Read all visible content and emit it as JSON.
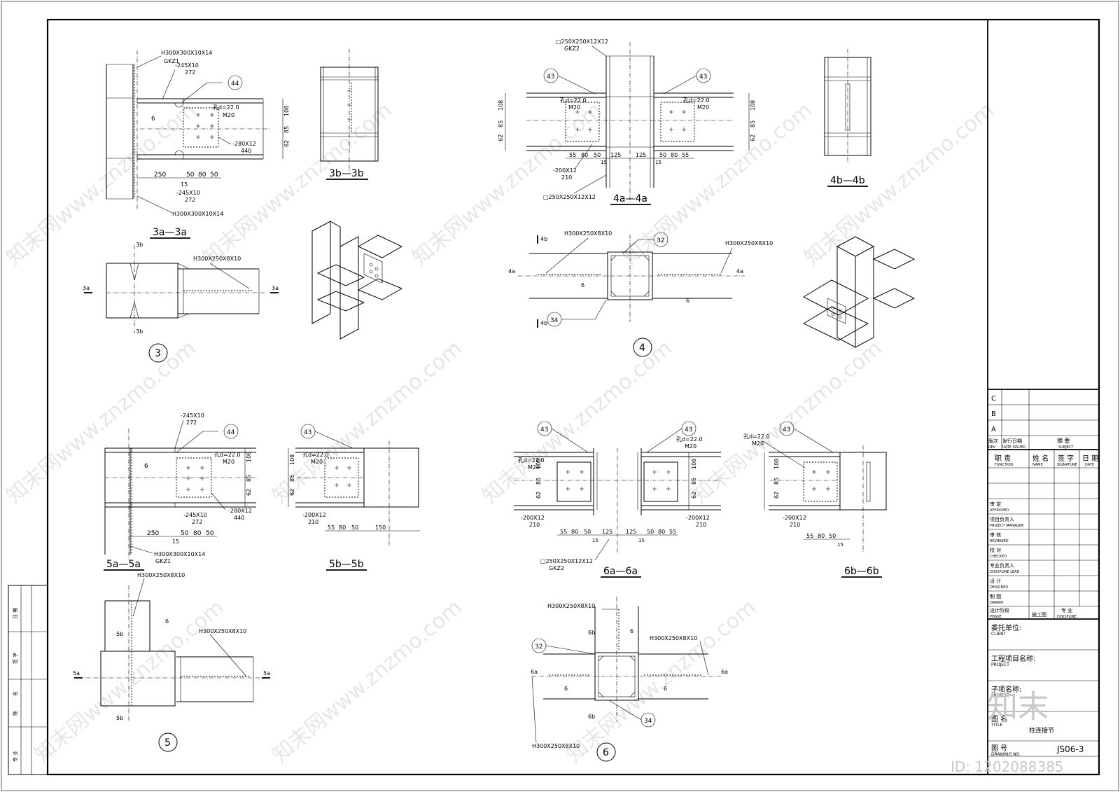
{
  "sheet": {
    "drawing_no": "JS06-3",
    "title_partial": "柱连接节",
    "phase_value": "施工图",
    "image_id": "ID: 1202088385",
    "logo_text": "知末"
  },
  "watermark": "知末网www.znzmo.com",
  "revision_table": {
    "rows": [
      "C",
      "B",
      "A"
    ],
    "col1": "版次",
    "col1_en": "REV",
    "col2": "发行日期",
    "col2_en": "DATE ISSUED",
    "col3": "摘 要",
    "col3_en": "SUBJECT"
  },
  "signature_table": {
    "header": [
      {
        "cn": "职 责",
        "en": "FUNCTION"
      },
      {
        "cn": "姓 名",
        "en": "NAME"
      },
      {
        "cn": "签 字",
        "en": "SIGNATURE"
      },
      {
        "cn": "日 期",
        "en": "DATE"
      }
    ],
    "rows": [
      {
        "cn": "审 定",
        "en": "APPROVED"
      },
      {
        "cn": "项目负责人",
        "en": "PROJECT MANAGER"
      },
      {
        "cn": "审 核",
        "en": "REVIEWED"
      },
      {
        "cn": "校 对",
        "en": "CHECKED"
      },
      {
        "cn": "专业负责人",
        "en": "DISCIPLINE LEAD"
      },
      {
        "cn": "设 计",
        "en": "DESIGNED"
      },
      {
        "cn": "制 图",
        "en": "DRAWN"
      }
    ],
    "phase": {
      "cn": "设计阶段",
      "en": "PHASE"
    },
    "discipline": {
      "cn": "专 业",
      "en": "DISCIPLINE"
    }
  },
  "info_blocks": [
    {
      "cn": "委托单位:",
      "en": "CLIENT"
    },
    {
      "cn": "工程项目名称:",
      "en": "PROJECT"
    },
    {
      "cn": "子项名称:",
      "en": "PROJECT"
    },
    {
      "cn": "图 名",
      "en": "TITLE"
    },
    {
      "cn": "图 号",
      "en": "DRAWING NO."
    }
  ],
  "left_strip": [
    "日 期",
    "签 字",
    "名",
    "姓",
    "专 业"
  ],
  "details": {
    "d3": {
      "number": "3",
      "label_aa": "3a—3a",
      "label_bb": "3b—3b",
      "col_top": "H300X300X10X14",
      "col_name": "GKZ1",
      "plate_top": "-245X10",
      "plate_top_len": "272",
      "plate_bot": "-245X10",
      "plate_bot_len": "272",
      "col_bot": "H300X300X10X14",
      "bolt_hole": "孔d=22.0",
      "bolt": "M20",
      "shear_plate": "-280X12",
      "shear_len": "440",
      "dim_250": "250",
      "dim_15": "15",
      "dim_50a": "50",
      "dim_80": "80",
      "dim_50b": "50",
      "dim_108": "108",
      "dim_85": "85",
      "dim_62": "62",
      "weld_6": "6",
      "weld_44": "44",
      "beam": "H300X250X8X10",
      "cut_3a": "3a",
      "cut_3b": "3b"
    },
    "d4": {
      "number": "4",
      "label_aa": "4a—4a",
      "label_bb": "4b—4b",
      "box_top": "□250X250X12X12",
      "box_name": "GKZ2",
      "box_bot": "□250X250X12X12",
      "bolt_hole": "孔d=22.0",
      "bolt": "M20",
      "plate": "-200X12",
      "plate_len": "210",
      "dims": [
        "55",
        "80",
        "50",
        "15",
        "125",
        "125",
        "15",
        "50",
        "80",
        "55"
      ],
      "dim_108": "108",
      "dim_85": "85",
      "dim_62": "62",
      "weld_43": "43",
      "weld_32": "32",
      "weld_34": "34",
      "weld_6": "6",
      "beam_l": "H300X250X8X10",
      "beam_r": "H300X250X8X10",
      "cut_4a": "4a",
      "cut_4b": "4b"
    },
    "d5": {
      "number": "5",
      "label_aa": "5a—5a",
      "label_bb": "5b—5b",
      "plate_top": "-245X10",
      "plate_top_len": "272",
      "plate_bot": "-245X10",
      "plate_bot_len": "272",
      "col": "H300X300X10X14",
      "col_name": "GKZ1",
      "bolt_hole": "孔d=22.0",
      "bolt": "M20",
      "shear_plate": "-280X12",
      "shear_len": "440",
      "plate_b": "-200X12",
      "plate_b_len": "210",
      "dims": [
        "250",
        "15",
        "50",
        "80",
        "50"
      ],
      "dims_b": [
        "55",
        "80",
        "50",
        "150"
      ],
      "dim_108": "108",
      "dim_85": "85",
      "dim_62": "62",
      "weld_6": "6",
      "weld_44": "44",
      "weld_43": "43",
      "beam_a": "H300X250X8X10",
      "beam_b": "H300X250X8X10",
      "cut_5a": "5a",
      "cut_5b": "5b"
    },
    "d6": {
      "number": "6",
      "label_aa": "6a—6a",
      "label_bb": "6b—6b",
      "box": "□250X250X12X12",
      "box_name": "GKZ2",
      "bolt_hole": "孔d=22.0",
      "bolt": "M20",
      "plate": "-200X12",
      "plate_len": "210",
      "dims": [
        "55",
        "80",
        "50",
        "15",
        "125",
        "125",
        "15",
        "50",
        "80",
        "55"
      ],
      "dims_b": [
        "55",
        "80",
        "50",
        "15"
      ],
      "dim_108": "108",
      "dim_85": "85",
      "dim_62": "62",
      "weld_43": "43",
      "weld_32": "32",
      "weld_34": "34",
      "weld_6": "6",
      "beam_top": "H300X250X8X10",
      "beam_mid": "H300X250X8X10",
      "beam_bot": "H300X250X8X10",
      "cut_6a": "6a",
      "cut_6b": "6b"
    }
  }
}
